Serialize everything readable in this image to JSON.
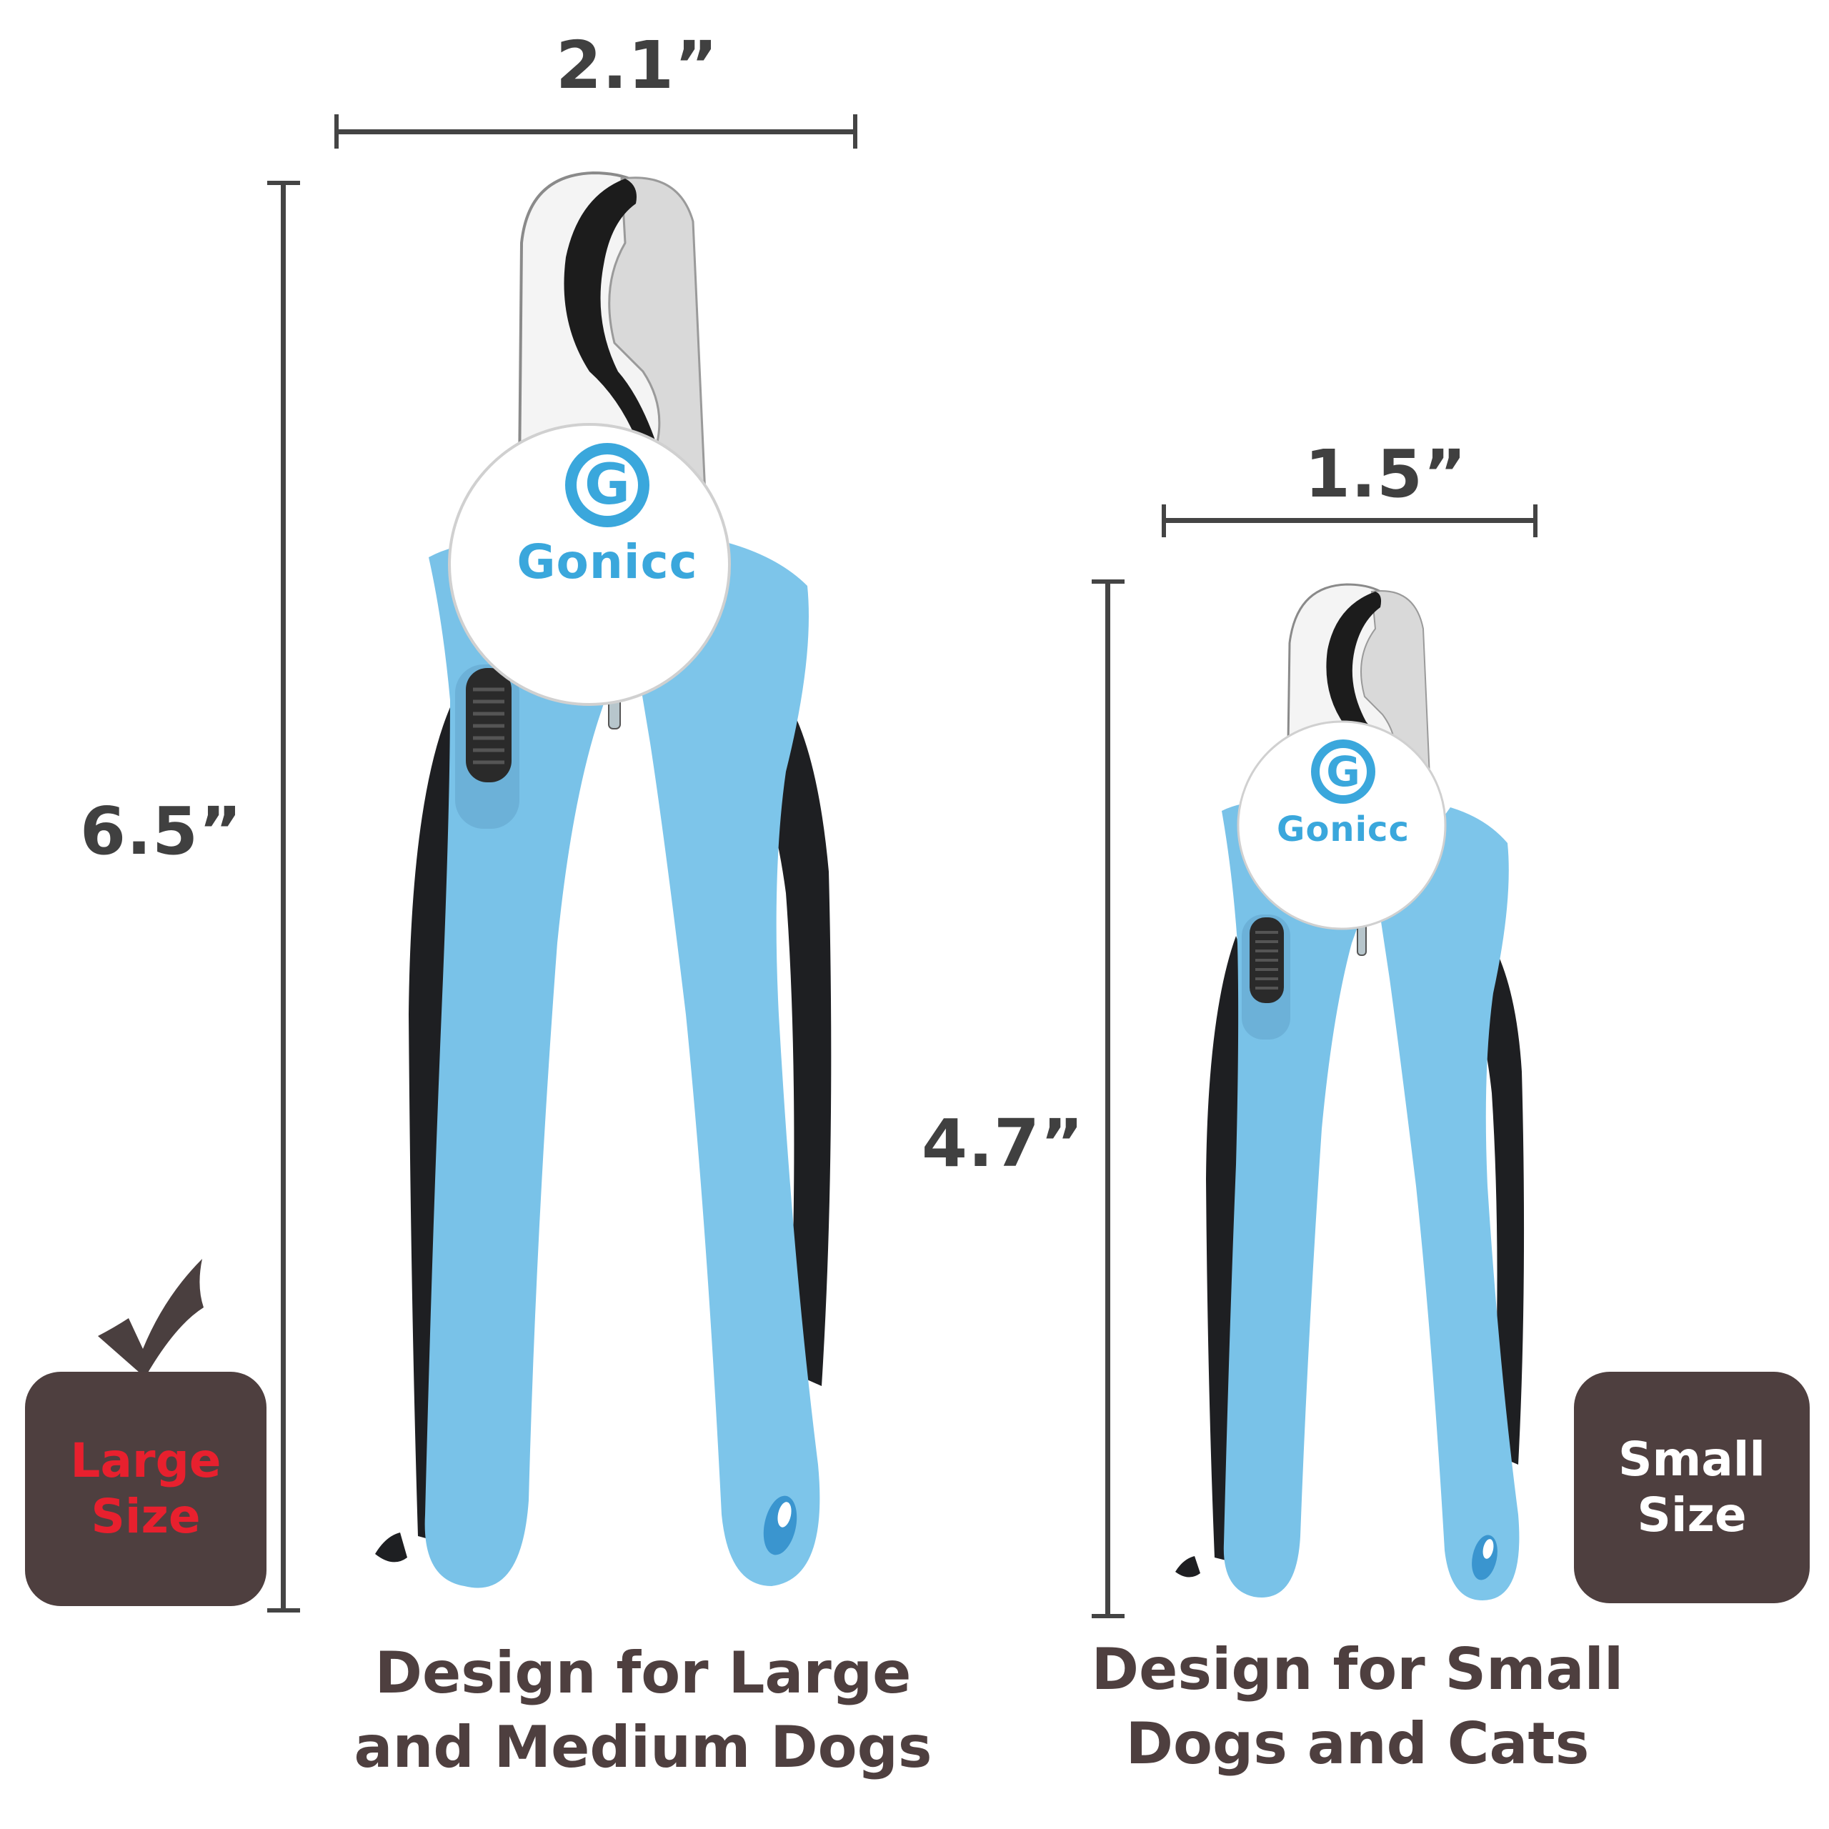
{
  "colors": {
    "background": "#ffffff",
    "dimension_text": "#404040",
    "dimension_line": "#444444",
    "badge_bg": "#4e3f3f",
    "badge_large_text": "#e8202e",
    "badge_small_text": "#ffffff",
    "caption_text": "#4e3f3f",
    "handle_blue": "#79c2e8",
    "handle_black": "#1e1f22",
    "logo_blue": "#3aa7dc",
    "blade_steel": "#d9d9d9"
  },
  "large_clipper": {
    "width_label": "2.1”",
    "height_label": "6.5”",
    "brand": "Gonicc",
    "logo_letter": "G",
    "badge": {
      "line1": "Large",
      "line2": "Size",
      "checkmark": "check-icon"
    },
    "caption": {
      "line1": "Design for Large",
      "line2": "and Medium Dogs"
    }
  },
  "small_clipper": {
    "width_label": "1.5”",
    "height_label": "4.7”",
    "brand": "Gonicc",
    "logo_letter": "G",
    "badge": {
      "line1": "Small",
      "line2": "Size"
    },
    "caption": {
      "line1": "Design for Small",
      "line2": "Dogs and Cats"
    }
  }
}
